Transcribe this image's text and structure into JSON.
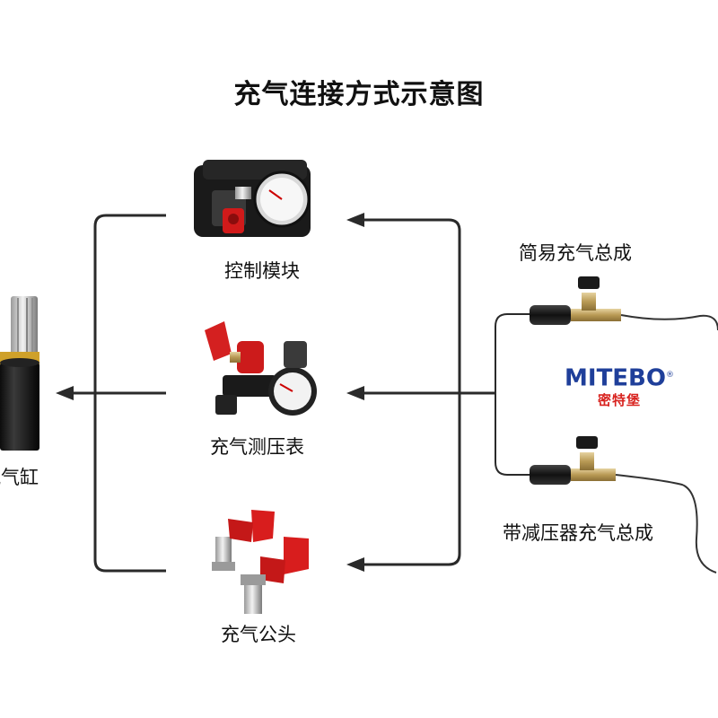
{
  "title": "充气连接方式示意图",
  "labels": {
    "cylinder": "氮气缸",
    "control_module": "控制模块",
    "gauge": "充气测压表",
    "male_connector": "充气公头",
    "simple_assembly": "简易充气总成",
    "reducer_assembly": "带减压器充气总成"
  },
  "brand": {
    "name_en": "MITEBO",
    "registered_mark": "®",
    "name_cn": "密特堡",
    "color_en": "#1f3f9a",
    "color_cn": "#d8231f"
  }
}
